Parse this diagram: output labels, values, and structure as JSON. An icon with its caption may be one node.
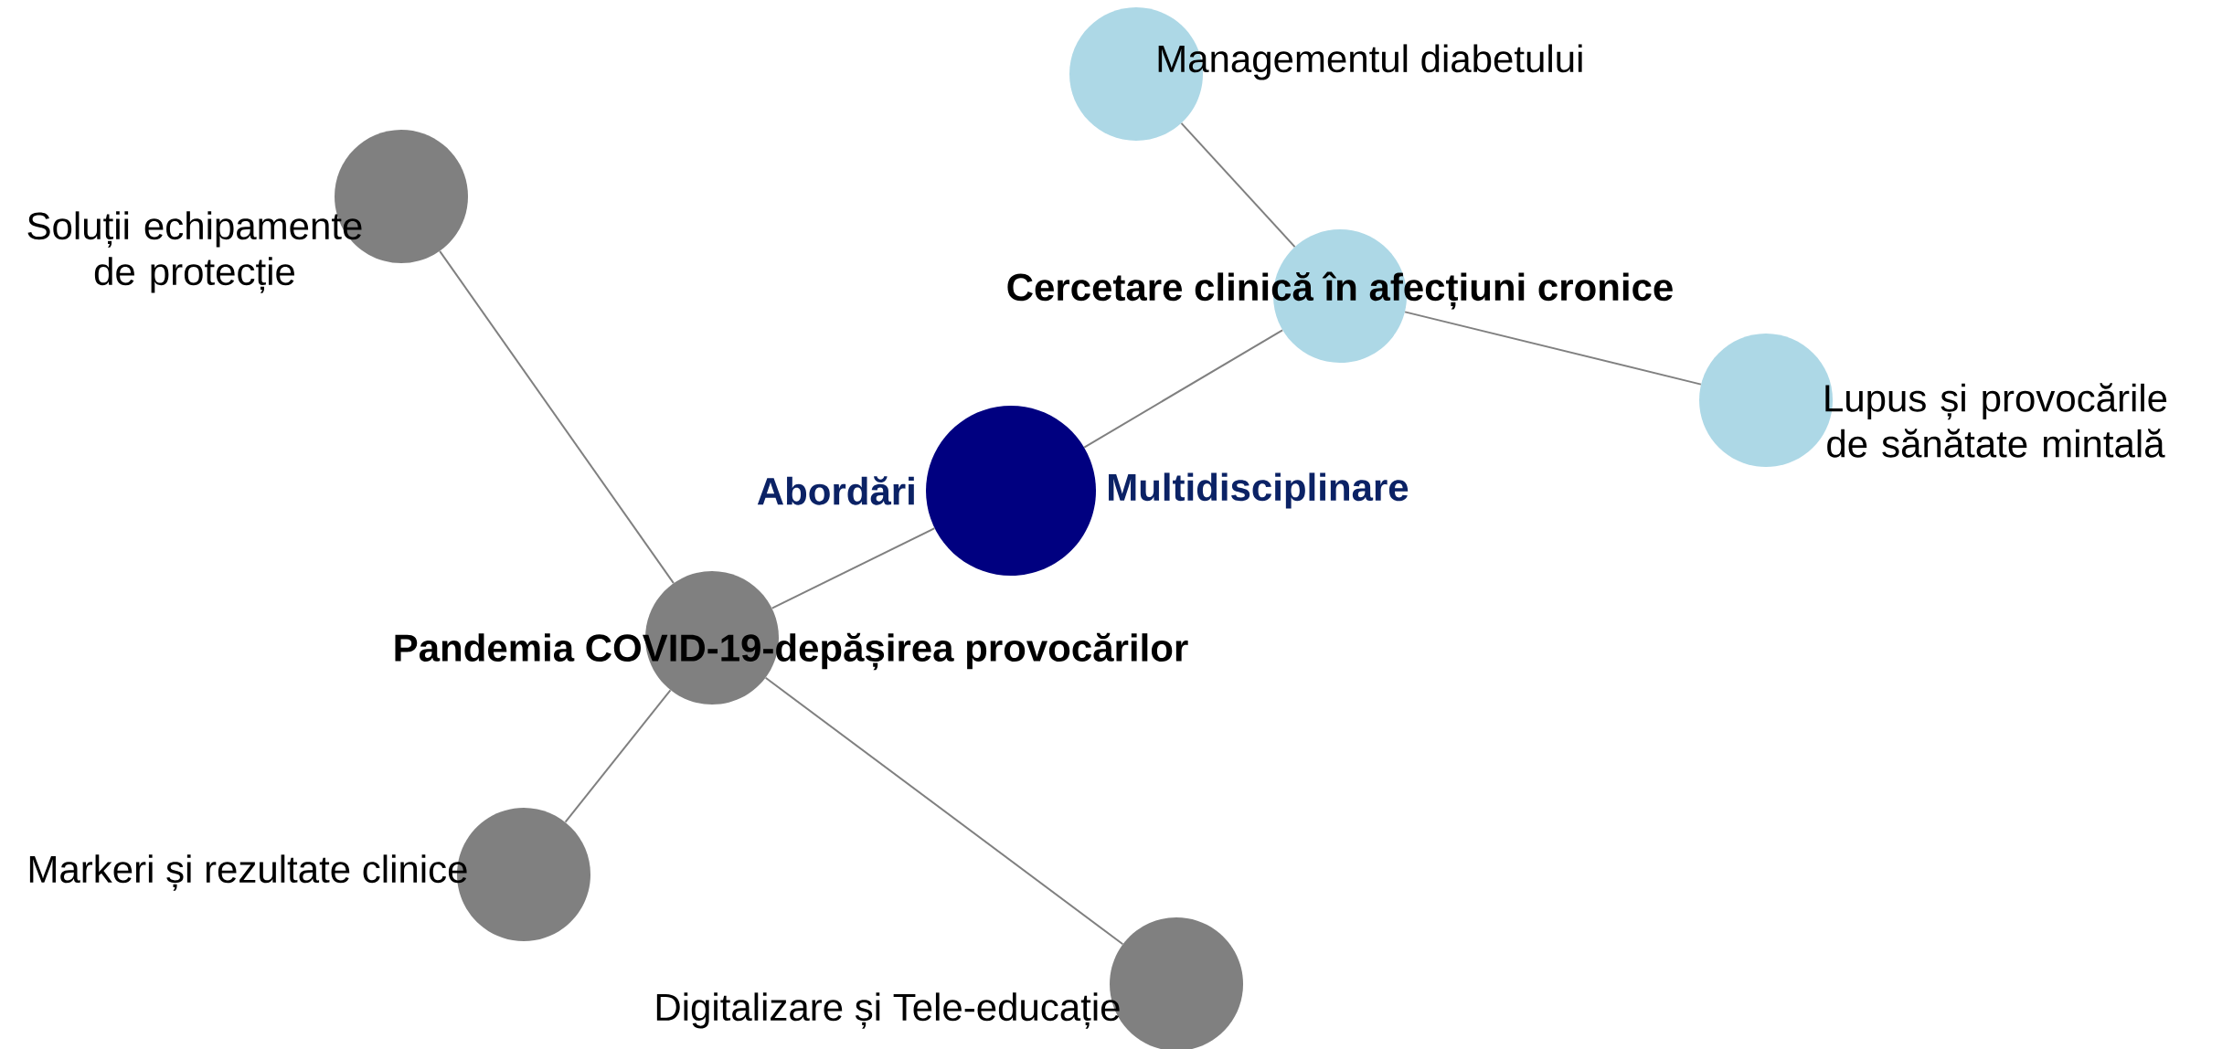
{
  "diagram": {
    "nodes": [
      {
        "text": [
          "Abordări",
          "Multidisciplinare"
        ]
      },
      {
        "text": [
          "Cercetare clinică în afecțiuni cronice"
        ]
      },
      {
        "text": [
          "Managementul diabetului"
        ]
      },
      {
        "text": [
          "Lupus și provocările de sănătate mintală"
        ]
      },
      {
        "text": [
          "Pandemia COVID-19-depășirea provocărilor"
        ]
      },
      {
        "text": [
          "Soluții echipamente de protecție"
        ]
      },
      {
        "text": [
          "Markeri și rezultate clinice"
        ]
      },
      {
        "text": [
          "Digitalizare și Tele-educație"
        ]
      }
    ],
    "edges": [
      {
        "from": 0,
        "to": 1,
        "arrow": "none"
      },
      {
        "from": 0,
        "to": 4,
        "arrow": "none"
      },
      {
        "from": 1,
        "to": 2,
        "arrow": "none"
      },
      {
        "from": 1,
        "to": 3,
        "arrow": "none"
      },
      {
        "from": 4,
        "to": 5,
        "arrow": "none"
      },
      {
        "from": 4,
        "to": 6,
        "arrow": "none"
      },
      {
        "from": 4,
        "to": 7,
        "arrow": "none"
      }
    ]
  }
}
